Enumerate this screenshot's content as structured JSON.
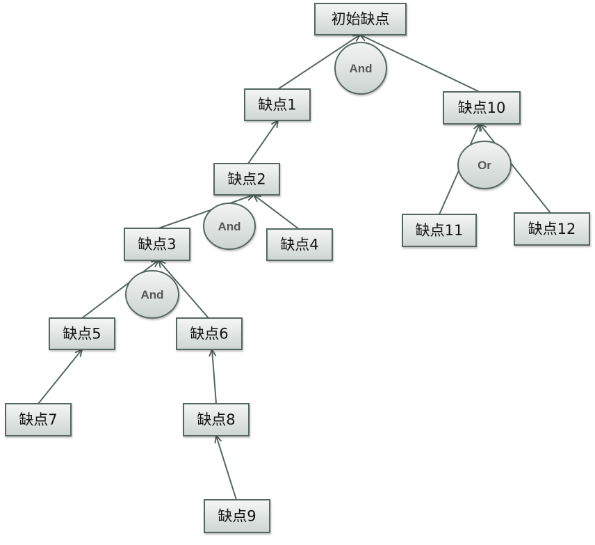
{
  "diagram": {
    "nodes": [
      {
        "id": "root",
        "label": "初始缺点"
      },
      {
        "id": "n1",
        "label": "缺点1"
      },
      {
        "id": "n2",
        "label": "缺点2"
      },
      {
        "id": "n3",
        "label": "缺点3"
      },
      {
        "id": "n4",
        "label": "缺点4"
      },
      {
        "id": "n5",
        "label": "缺点5"
      },
      {
        "id": "n6",
        "label": "缺点6"
      },
      {
        "id": "n7",
        "label": "缺点7"
      },
      {
        "id": "n8",
        "label": "缺点8"
      },
      {
        "id": "n9",
        "label": "缺点9"
      },
      {
        "id": "n10",
        "label": "缺点10"
      },
      {
        "id": "n11",
        "label": "缺点11"
      },
      {
        "id": "n12",
        "label": "缺点12"
      }
    ],
    "gates": [
      {
        "id": "g1",
        "label": "And",
        "parent": "root",
        "children": [
          "n1",
          "n10"
        ]
      },
      {
        "id": "g2",
        "label": "And",
        "parent": "n2",
        "children": [
          "n3",
          "n4"
        ]
      },
      {
        "id": "g3",
        "label": "And",
        "parent": "n3",
        "children": [
          "n5",
          "n6"
        ]
      },
      {
        "id": "g4",
        "label": "Or",
        "parent": "n10",
        "children": [
          "n11",
          "n12"
        ]
      }
    ],
    "edges": [
      {
        "from": "n1",
        "to": "root"
      },
      {
        "from": "n10",
        "to": "root"
      },
      {
        "from": "n2",
        "to": "n1"
      },
      {
        "from": "n3",
        "to": "n2"
      },
      {
        "from": "n4",
        "to": "n2"
      },
      {
        "from": "n5",
        "to": "n3"
      },
      {
        "from": "n6",
        "to": "n3"
      },
      {
        "from": "n7",
        "to": "n5"
      },
      {
        "from": "n8",
        "to": "n6"
      },
      {
        "from": "n9",
        "to": "n8"
      },
      {
        "from": "n11",
        "to": "n10"
      },
      {
        "from": "n12",
        "to": "n10"
      }
    ],
    "colors": {
      "stroke": "#55665f",
      "fill_top": "#f4f6f5",
      "fill_bottom": "#cdd5d2"
    }
  }
}
